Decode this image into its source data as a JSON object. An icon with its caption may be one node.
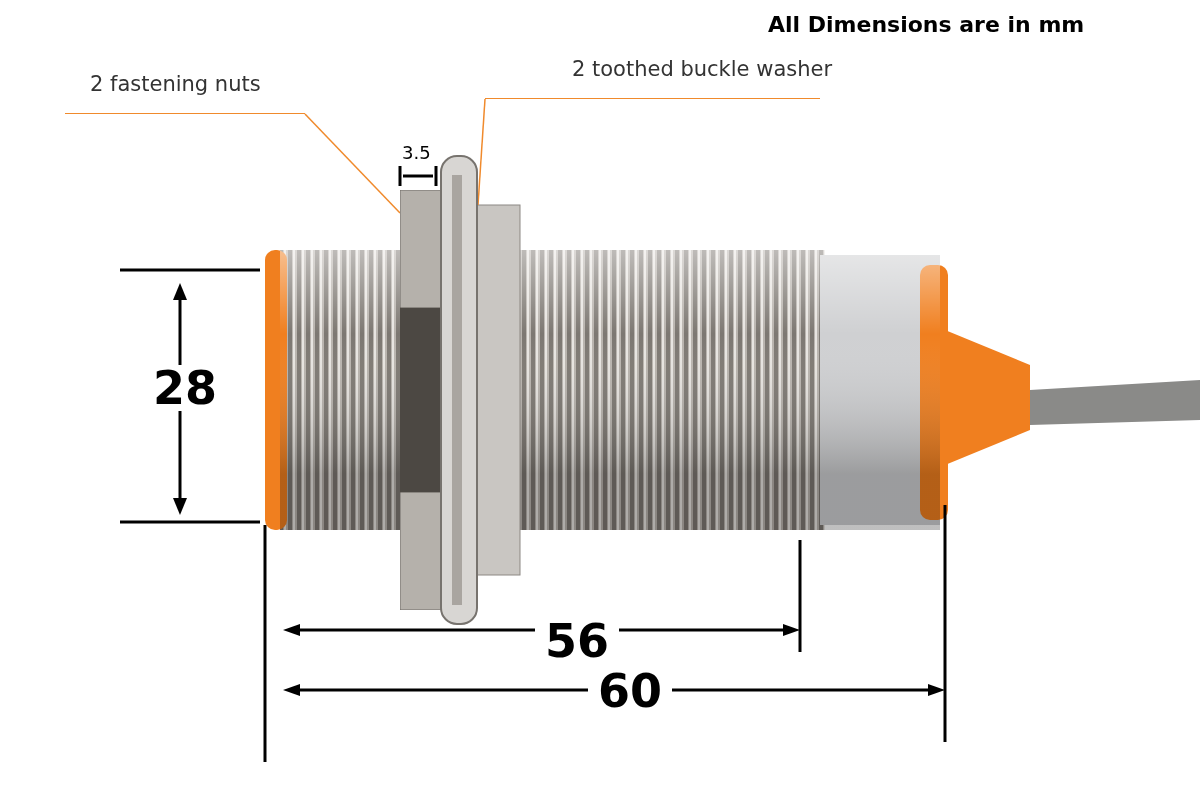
{
  "diagram": {
    "nodes": [
      {
        "text": [
          "2 fastening nuts"
        ]
      },
      {
        "text": [
          "2 toothed buckle washer"
        ]
      },
      {
        "text": [],
        "shape": "picture"
      },
      {
        "text": [],
        "shape": "picture"
      }
    ],
    "edges": [
      {
        "from": 0,
        "to": 2,
        "arrow": "none"
      },
      {
        "from": 1,
        "to": 3,
        "arrow": "none"
      }
    ],
    "labels": [
      "All Dimensions are in mm",
      "3.5",
      "28",
      "56",
      "60"
    ]
  }
}
